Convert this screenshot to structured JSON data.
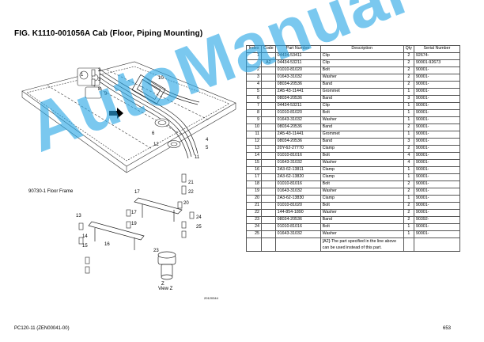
{
  "title": "FIG. K1110-001056A  Cab (Floor, Piping Mounting)",
  "table": {
    "headers": [
      "Index",
      "Code",
      "Part Number",
      "Description",
      "Qty",
      "Serial Number"
    ],
    "rows": [
      {
        "index": "1",
        "code": "",
        "part": "04434-53411",
        "desc": "Clip",
        "qty": "2",
        "serial": "92674-"
      },
      {
        "index": "",
        "code": "A2",
        "part": "04434-53211",
        "desc": "Clip",
        "qty": "2",
        "serial": "90001-92673"
      },
      {
        "index": "2",
        "code": "",
        "part": "01010-81020",
        "desc": "Bolt",
        "qty": "2",
        "serial": "90001-"
      },
      {
        "index": "3",
        "code": "",
        "part": "01643-31032",
        "desc": "Washer",
        "qty": "2",
        "serial": "90001-"
      },
      {
        "index": "4",
        "code": "",
        "part": "08034-20536",
        "desc": "Band",
        "qty": "2",
        "serial": "90001-"
      },
      {
        "index": "5",
        "code": "",
        "part": "2A5-43-11441",
        "desc": "Grommet",
        "qty": "1",
        "serial": "90001-"
      },
      {
        "index": "6",
        "code": "",
        "part": "08034-20536",
        "desc": "Band",
        "qty": "3",
        "serial": "90001-"
      },
      {
        "index": "7",
        "code": "",
        "part": "04434-53211",
        "desc": "Clip",
        "qty": "1",
        "serial": "90001-"
      },
      {
        "index": "8",
        "code": "",
        "part": "01010-81020",
        "desc": "Bolt",
        "qty": "1",
        "serial": "90001-"
      },
      {
        "index": "9",
        "code": "",
        "part": "01643-31032",
        "desc": "Washer",
        "qty": "1",
        "serial": "90001-"
      },
      {
        "index": "10",
        "code": "",
        "part": "08034-20536",
        "desc": "Band",
        "qty": "2",
        "serial": "90001-"
      },
      {
        "index": "11",
        "code": "",
        "part": "2A5-43-11441",
        "desc": "Grommet",
        "qty": "1",
        "serial": "90001-"
      },
      {
        "index": "12",
        "code": "",
        "part": "08034-20536",
        "desc": "Band",
        "qty": "3",
        "serial": "90001-"
      },
      {
        "index": "13",
        "code": "",
        "part": "20Y-62-27770",
        "desc": "Clamp",
        "qty": "2",
        "serial": "90001-"
      },
      {
        "index": "14",
        "code": "",
        "part": "01010-81016",
        "desc": "Bolt",
        "qty": "4",
        "serial": "90001-"
      },
      {
        "index": "15",
        "code": "",
        "part": "01643-31032",
        "desc": "Washer",
        "qty": "4",
        "serial": "90001-"
      },
      {
        "index": "16",
        "code": "",
        "part": "2A3-62-13811",
        "desc": "Clamp",
        "qty": "1",
        "serial": "90001-"
      },
      {
        "index": "17",
        "code": "",
        "part": "2A3-62-13820",
        "desc": "Clamp",
        "qty": "1",
        "serial": "90001-"
      },
      {
        "index": "18",
        "code": "",
        "part": "01010-81016",
        "desc": "Bolt",
        "qty": "2",
        "serial": "90001-"
      },
      {
        "index": "19",
        "code": "",
        "part": "01643-31032",
        "desc": "Washer",
        "qty": "2",
        "serial": "90001-"
      },
      {
        "index": "20",
        "code": "",
        "part": "2A3-62-13830",
        "desc": "Clamp",
        "qty": "1",
        "serial": "90001-"
      },
      {
        "index": "21",
        "code": "",
        "part": "01010-81020",
        "desc": "Bolt",
        "qty": "2",
        "serial": "90001-"
      },
      {
        "index": "22",
        "code": "",
        "part": "144-854-1890",
        "desc": "Washer",
        "qty": "2",
        "serial": "90001-"
      },
      {
        "index": "23",
        "code": "",
        "part": "08034-20536",
        "desc": "Band",
        "qty": "2",
        "serial": "90392-"
      },
      {
        "index": "24",
        "code": "",
        "part": "01010-81016",
        "desc": "Bolt",
        "qty": "1",
        "serial": "90001-"
      },
      {
        "index": "25",
        "code": "",
        "part": "01643-31032",
        "desc": "Washer",
        "qty": "1",
        "serial": "90001-"
      }
    ],
    "note": "[A2]-The part specified in the line above can be used instead of this part."
  },
  "diagram": {
    "floor_frame_label": "90730-1 Floor Frame",
    "view_label": "View Z",
    "z_label": "Z",
    "figure_id": "20120344",
    "callouts": [
      "1",
      "2",
      "3",
      "4",
      "5",
      "6",
      "7",
      "8",
      "9",
      "10",
      "11",
      "12",
      "13",
      "14",
      "15",
      "16",
      "17",
      "18",
      "19",
      "20",
      "21",
      "22",
      "23",
      "24",
      "25"
    ]
  },
  "footer": {
    "left": "PC120-11 (ZEN00041-00)",
    "right": "653"
  },
  "watermark": "AutoManual",
  "colors": {
    "watermark": "#2aa7e6"
  }
}
